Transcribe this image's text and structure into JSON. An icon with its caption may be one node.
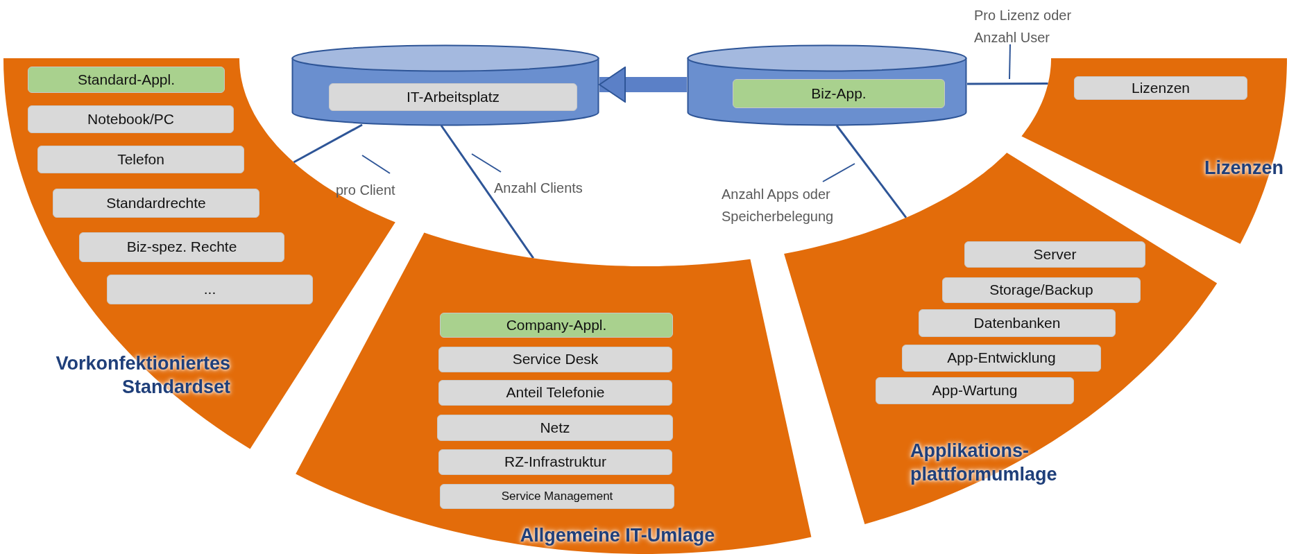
{
  "diagram": {
    "nodes": [
      {
        "text": [],
        "shape": "cylinder"
      },
      {
        "text": [
          "IT-Arbeitsplatz"
        ],
        "in": 0
      },
      {
        "text": [],
        "shape": "cylinder"
      },
      {
        "text": [
          "Biz-App."
        ],
        "in": 2
      },
      {
        "text": [
          "Vorkonfektioniertes Standardset"
        ]
      },
      {
        "text": [
          "Standard-Appl."
        ],
        "in": 4
      },
      {
        "text": [
          "Notebook/PC"
        ],
        "in": 4
      },
      {
        "text": [
          "Telefon"
        ],
        "in": 4
      },
      {
        "text": [
          "Standardrechte"
        ],
        "in": 4
      },
      {
        "text": [
          "Biz-spez. Rechte"
        ],
        "in": 4
      },
      {
        "text": [
          "..."
        ],
        "in": 4
      },
      {
        "text": [
          "Allgemeine IT-Umlage"
        ]
      },
      {
        "text": [
          "Company-Appl."
        ],
        "in": 11
      },
      {
        "text": [
          "Service Desk"
        ],
        "in": 11
      },
      {
        "text": [
          "Anteil Telefonie"
        ],
        "in": 11
      },
      {
        "text": [
          "Netz"
        ],
        "in": 11
      },
      {
        "text": [
          "RZ-Infrastruktur"
        ],
        "in": 11
      },
      {
        "text": [
          "Service Management"
        ],
        "in": 11
      },
      {
        "text": [
          "Applikations- plattformumlage"
        ]
      },
      {
        "text": [
          "Server"
        ],
        "in": 18
      },
      {
        "text": [
          "Storage/Backup"
        ],
        "in": 18
      },
      {
        "text": [
          "Datenbanken"
        ],
        "in": 18
      },
      {
        "text": [
          "App-Entwicklung"
        ],
        "in": 18
      },
      {
        "text": [
          "App-Wartung"
        ],
        "in": 18
      },
      {
        "text": [
          "Lizenzen"
        ]
      },
      {
        "text": [
          "Lizenzen"
        ],
        "in": 24
      }
    ],
    "edges": [
      {
        "from": 2,
        "to": 0,
        "arrow": "to",
        "style": "thick"
      },
      {
        "from": 0,
        "to": 4,
        "arrow": "none",
        "label": "pro Client"
      },
      {
        "from": 0,
        "to": 11,
        "arrow": "none",
        "label": "Anzahl Clients"
      },
      {
        "from": 2,
        "to": 18,
        "arrow": "none",
        "label": "Anzahl Apps oder Speicherbelegung"
      },
      {
        "from": 2,
        "to": 24,
        "arrow": "none",
        "label": "Pro Lizenz oder Anzahl User"
      }
    ]
  }
}
